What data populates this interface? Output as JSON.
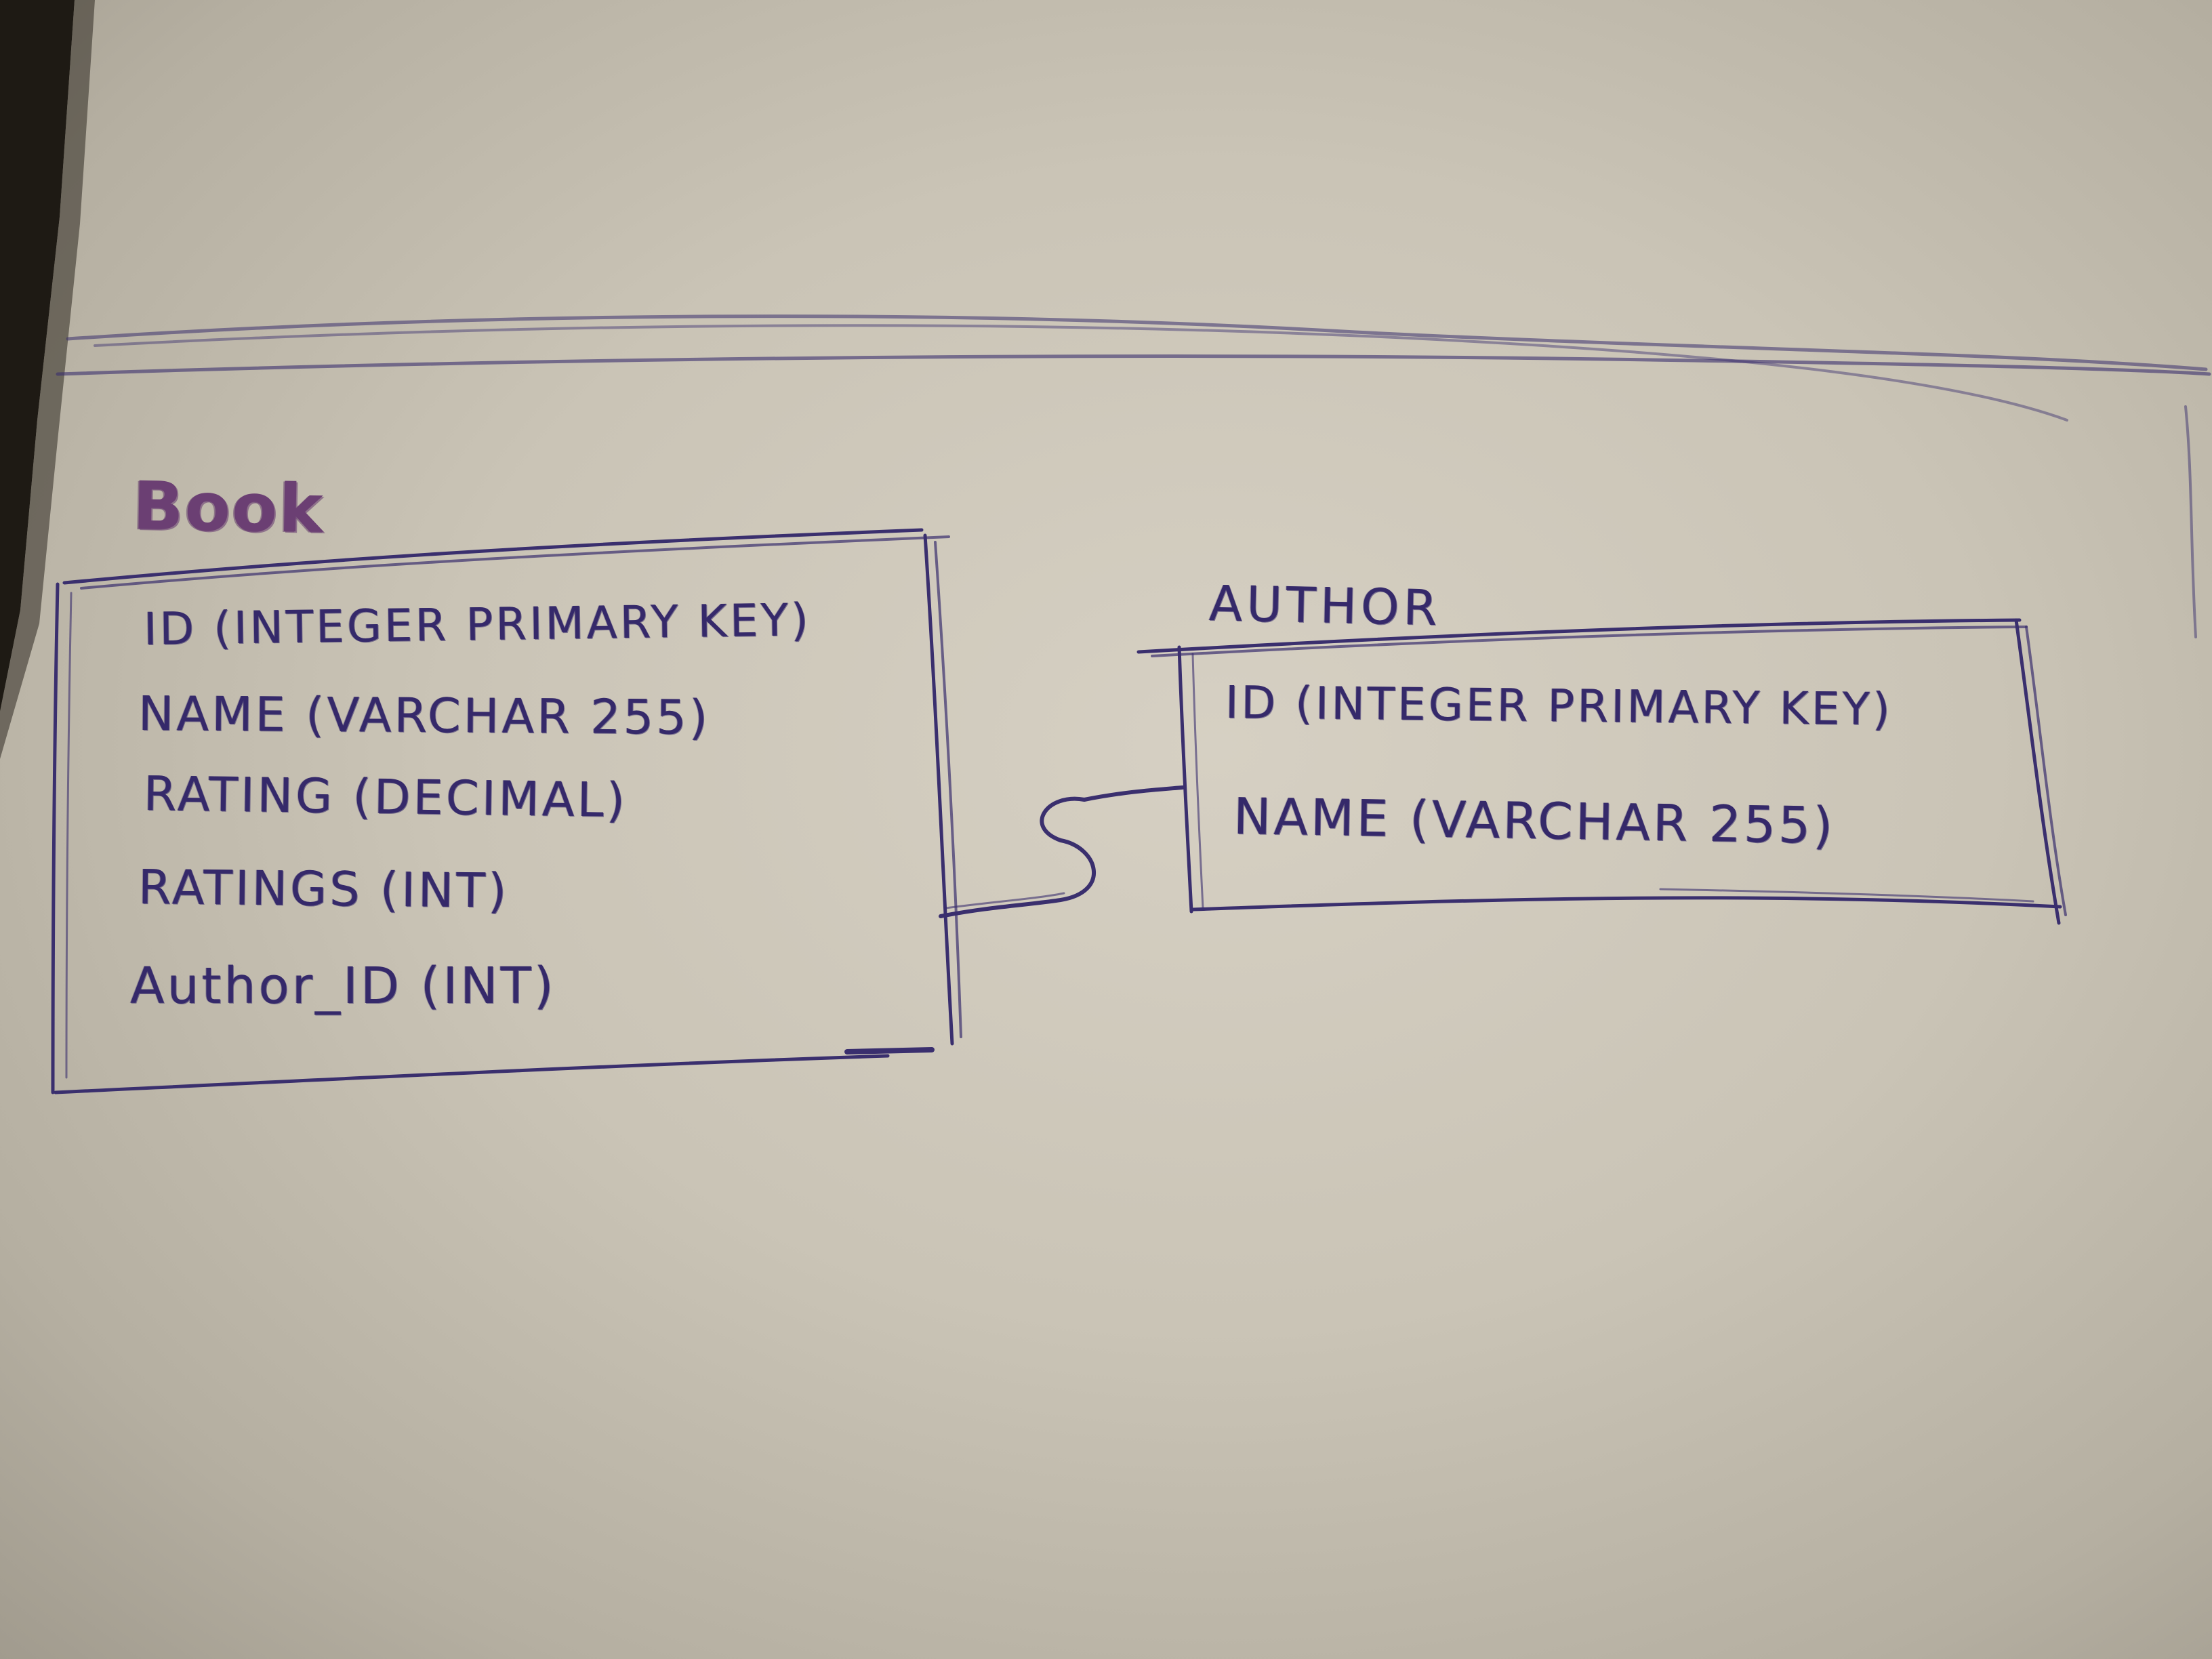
{
  "diagram": {
    "tables": [
      {
        "title": "Book",
        "fields": [
          "ID (INTEGER PRIMARY KEY)",
          "NAME (VARCHAR 255)",
          "RATING (DECIMAL)",
          "RATINGS (INT)",
          "Author_ID (INT)"
        ]
      },
      {
        "title": "AUTHOR",
        "fields": [
          "ID (INTEGER PRIMARY KEY)",
          "NAME (VARCHAR 255)"
        ]
      }
    ],
    "relationships": [
      {
        "from": "Book",
        "to": "AUTHOR"
      }
    ]
  },
  "colors": {
    "ink": "#3a2f6e",
    "title_ink": "#6b3f73",
    "paper": "#cfc9bb"
  }
}
